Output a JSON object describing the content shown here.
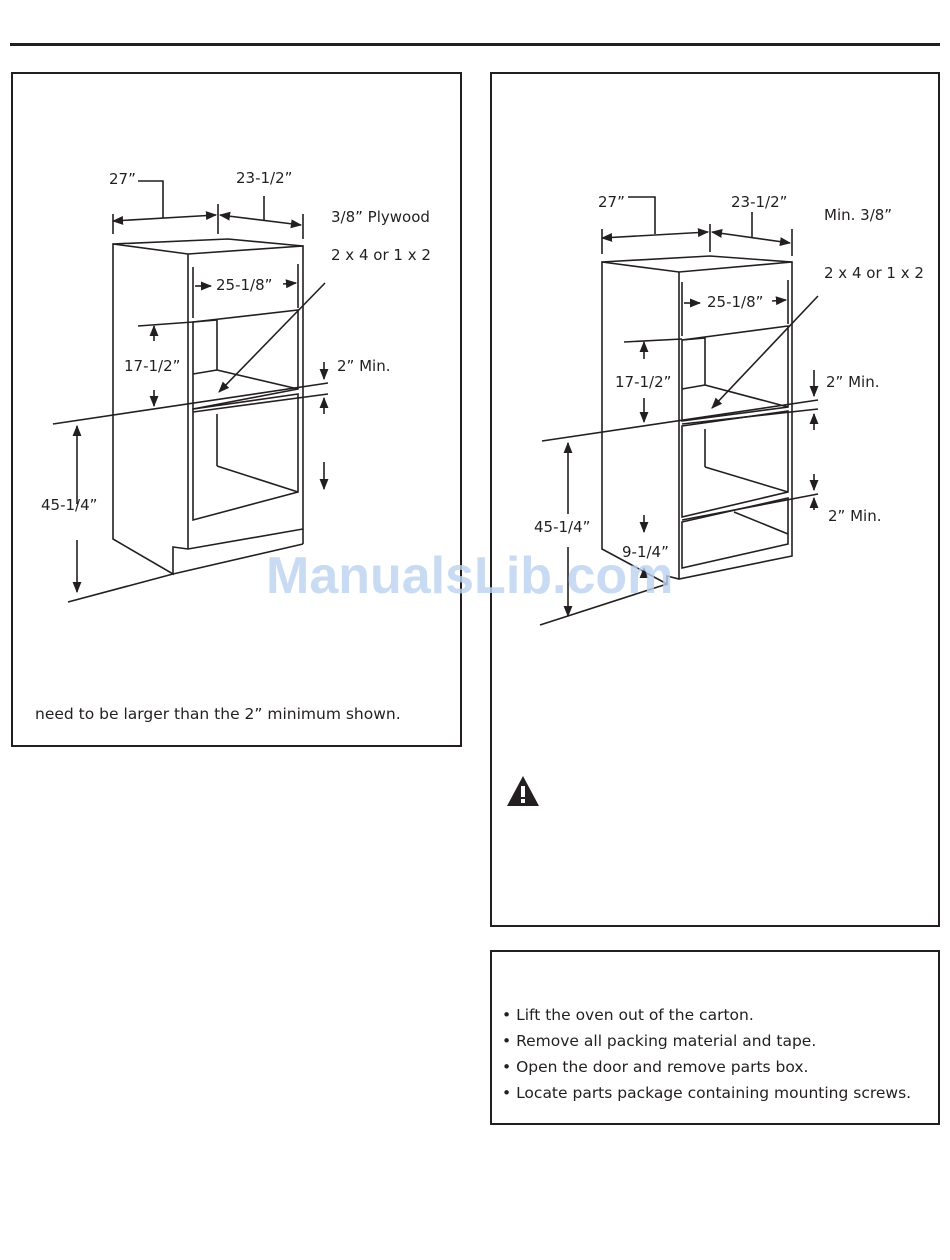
{
  "left_diagram": {
    "depth": "27”",
    "width": "23-1/2”",
    "plywood": "3/8” Plywood",
    "support": "2 x 4 or 1 x 2",
    "inner_width": "25-1/8”",
    "cutout_height": "17-1/2”",
    "min_gap": "2” Min.",
    "floor_height": "45-1/4”",
    "note": "need to be larger than the 2” minimum shown."
  },
  "right_diagram": {
    "depth": "27”",
    "width": "23-1/2”",
    "plywood_min": "Min. 3/8”",
    "support": "2 x 4 or 1 x 2",
    "inner_width": "25-1/8”",
    "cutout_height": "17-1/2”",
    "min_gap_top": "2” Min.",
    "min_gap_bottom": "2” Min.",
    "floor_height": "45-1/4”",
    "drawer_height": "9-1/4”"
  },
  "unpack": {
    "steps": [
      "• Lift the oven out of the carton.",
      "• Remove all packing material and tape.",
      "• Open the door and remove parts box.",
      "• Locate parts package containing mounting screws."
    ]
  },
  "watermark": "ManualsLib.com",
  "colors": {
    "ink": "#231f20",
    "watermark": "#bcd3f0"
  }
}
